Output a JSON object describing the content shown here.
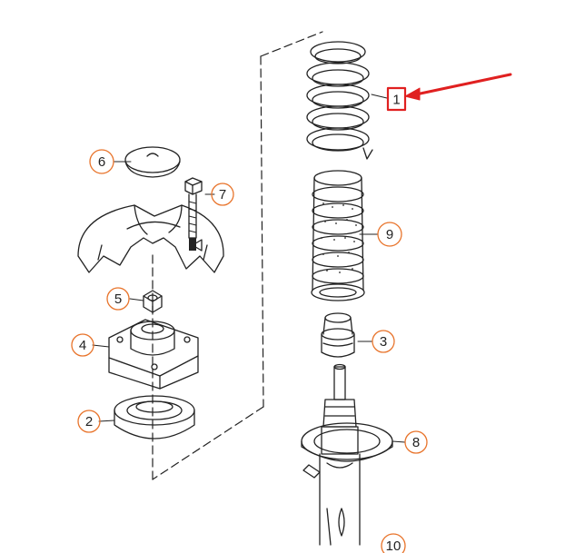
{
  "diagram": {
    "colors": {
      "line": "#222222",
      "callout_border": "#e8732a",
      "highlight": "#e02020",
      "background": "#ffffff"
    },
    "callouts": [
      {
        "id": "callout-1",
        "label": "1",
        "style": "square-highlight"
      },
      {
        "id": "callout-2",
        "label": "2",
        "style": "circle"
      },
      {
        "id": "callout-3",
        "label": "3",
        "style": "circle"
      },
      {
        "id": "callout-4",
        "label": "4",
        "style": "circle"
      },
      {
        "id": "callout-5",
        "label": "5",
        "style": "circle"
      },
      {
        "id": "callout-6",
        "label": "6",
        "style": "circle"
      },
      {
        "id": "callout-7",
        "label": "7",
        "style": "circle"
      },
      {
        "id": "callout-8",
        "label": "8",
        "style": "circle"
      },
      {
        "id": "callout-9",
        "label": "9",
        "style": "circle"
      },
      {
        "id": "callout-10",
        "label": "10",
        "style": "circle"
      }
    ],
    "parts": [
      {
        "icon": "coil-spring-icon"
      },
      {
        "icon": "bearing-ring-icon"
      },
      {
        "icon": "bump-stop-icon"
      },
      {
        "icon": "strut-mount-icon"
      },
      {
        "icon": "nut-icon"
      },
      {
        "icon": "cap-icon"
      },
      {
        "icon": "bolt-icon"
      },
      {
        "icon": "spring-seat-icon"
      },
      {
        "icon": "dust-boot-icon"
      },
      {
        "icon": "shock-absorber-icon"
      },
      {
        "icon": "heat-shield-icon"
      },
      {
        "icon": "arrow-icon"
      }
    ]
  }
}
